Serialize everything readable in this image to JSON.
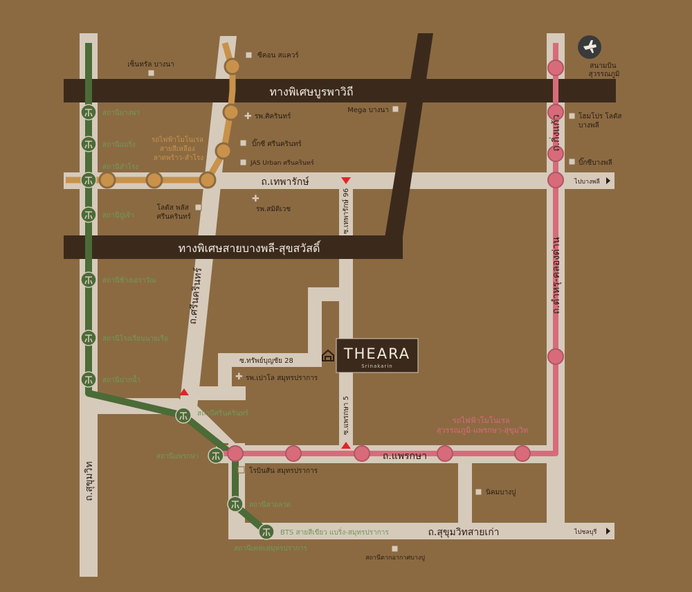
{
  "colors": {
    "background": "#8b6a42",
    "road": "#d6cabb",
    "expressway": "#3b2a1c",
    "bts_green": "#4b6b37",
    "mrt_yellow": "#c8924a",
    "mrt_pink": "#d86b7a",
    "station_label_green": "#6f9a5a"
  },
  "roads": {
    "bangna_expressway": "ทางพิเศษบูรพาวิถี",
    "bangphli_expressway": "ทางพิเศษสายบางพลี-สุขสวัสดิ์",
    "thepharak": "ถ.เทพารักษ์",
    "srinakarin": "ถ.ศรีนครินทร์",
    "sukhumvit": "ถ.สุขุมวิท",
    "king_kaeo": "ถ.กิ่งแก้ว",
    "tamru_khlong": "ถ.ตำหรุ-คลองด่าน",
    "phraeksa": "ถ.แพรกษา",
    "old_sukhumvit": "ถ.สุขุมวิทสายเก่า",
    "soi_thepharak96": "ซ.เทพารักษ์ 96",
    "soi_phraeksa5": "ซ.แพรกษา 5",
    "soi_sapbunchai": "ซ.ทรัพย์บุญชัย 28",
    "to_bangphli": "ไปบางพลี",
    "to_chonburi": "ไปชลบุรี"
  },
  "lines": {
    "yellow_line": "รถไฟฟ้าโมโนเรล\nสายสีเหลือง\nลาดพร้าว-สำโรง",
    "pink_line": "รถไฟฟ้าโมโนเรล\nสุวรรณภูมิ-แพรกษา-สุขุมวิท",
    "bts_line": "BTS สายสีเขียว แบริ่ง-สมุทรปราการ"
  },
  "places": {
    "airport": "สนามบิน\nสุวรรณภูมิ",
    "central_bangna": "เซ็นทรัล บางนา",
    "seacon": "ซีคอน สแควร์",
    "sikarin_hospital": "รพ.ศิครินทร์",
    "bigc_srinakarin": "บิ๊กซี ศรีนครินทร์",
    "jas_urban": "JAS Urban ศรีนครินทร์",
    "mega_bangna": "Mega บางนา",
    "homepro": "โฮมโปร โลตัส\nบางพลี",
    "bigc_bangphli": "บิ๊กซีบางพลี",
    "lotus_plus": "โลตัส พลัส\nศรีนครินทร์",
    "samitivej": "รพ.สมิติเวช",
    "paolo_hospital": "รพ.เปาโล สมุทรปราการ",
    "robinson": "โรบินสัน สมุทรปราการ",
    "nikhom_bangpu": "นิคมบางปู",
    "bangpu_station": "สถานีตากอากาศบางปู"
  },
  "bts_stations": {
    "bangna": "สถานีบางนา",
    "bearing": "สถานีแบริ่ง",
    "samrong": "สถานีสำโรง",
    "pu_chao": "สถานีปู่เจ้า",
    "erawan": "สถานีช้างเอราวัณ",
    "naval_academy": "สถานีโรงเรียนนายเรือ",
    "paknam": "สถานีปากน้ำ",
    "srinakarin": "สถานีศรีนครินทร์",
    "phraek_sa": "สถานีแพรกษา",
    "sai_luat": "สถานีสายลวด",
    "kheha": "สถานีเคหะสมุทรปราการ"
  },
  "project": {
    "name": "THEARA",
    "sub": "Srinakarin"
  }
}
